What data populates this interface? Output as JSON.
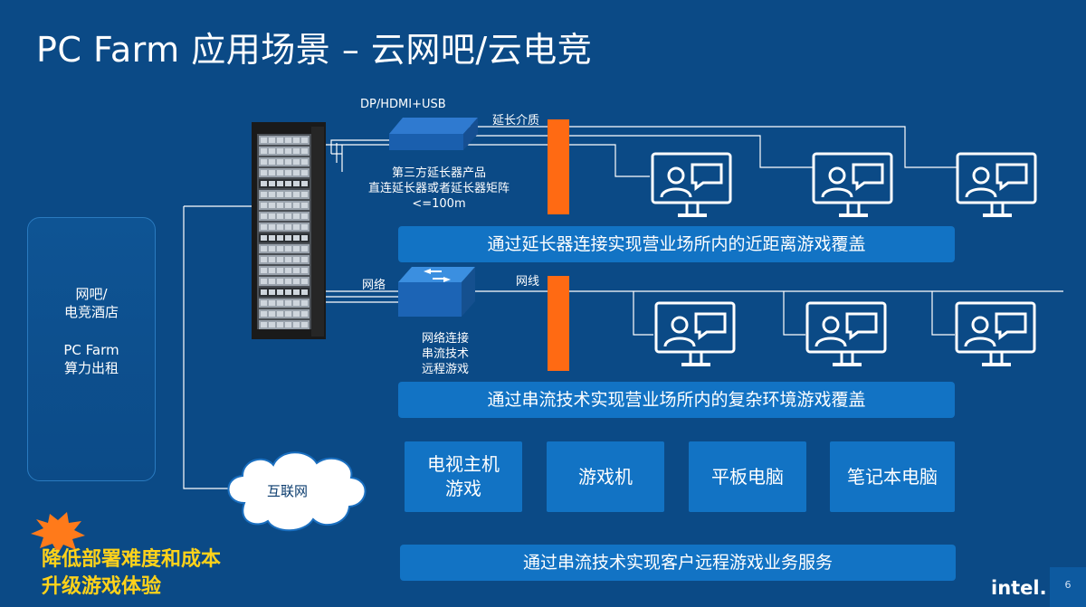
{
  "title": "PC Farm 应用场景 – 云网吧/云电竞",
  "venue": {
    "line1": "网吧/",
    "line2": "电竞酒店",
    "line3": "PC Farm",
    "line4": "算力出租"
  },
  "extender": {
    "port_label": "DP/HDMI+USB",
    "medium_label": "延长介质",
    "caption1": "第三方延长器产品",
    "caption2": "直连延长器或者延长器矩阵",
    "caption3": "<=100m",
    "band_text": "通过延长器连接实现营业场所内的近距离游戏覆盖"
  },
  "network": {
    "net_label": "网络",
    "cable_label": "网线",
    "caption1": "网络连接",
    "caption2": "串流技术",
    "caption3": "远程游戏",
    "band_text": "通过串流技术实现营业场所内的复杂环境游戏覆盖"
  },
  "internet_label": "互联网",
  "devices": [
    {
      "line1": "电视主机",
      "line2": "游戏"
    },
    {
      "line1": "游戏机",
      "line2": ""
    },
    {
      "line1": "平板电脑",
      "line2": ""
    },
    {
      "line1": "笔记本电脑",
      "line2": ""
    }
  ],
  "remote_band_text": "通过串流技术实现客户远程游戏业务服务",
  "benefit": {
    "line1": "降低部署难度和成本",
    "line2": "升级游戏体验"
  },
  "brand": "intel.",
  "page_number": "6",
  "colors": {
    "background": "#0b4a86",
    "band": "#1273c4",
    "medium_bar": "#ff6a13",
    "benefit_text": "#ffd21a"
  }
}
